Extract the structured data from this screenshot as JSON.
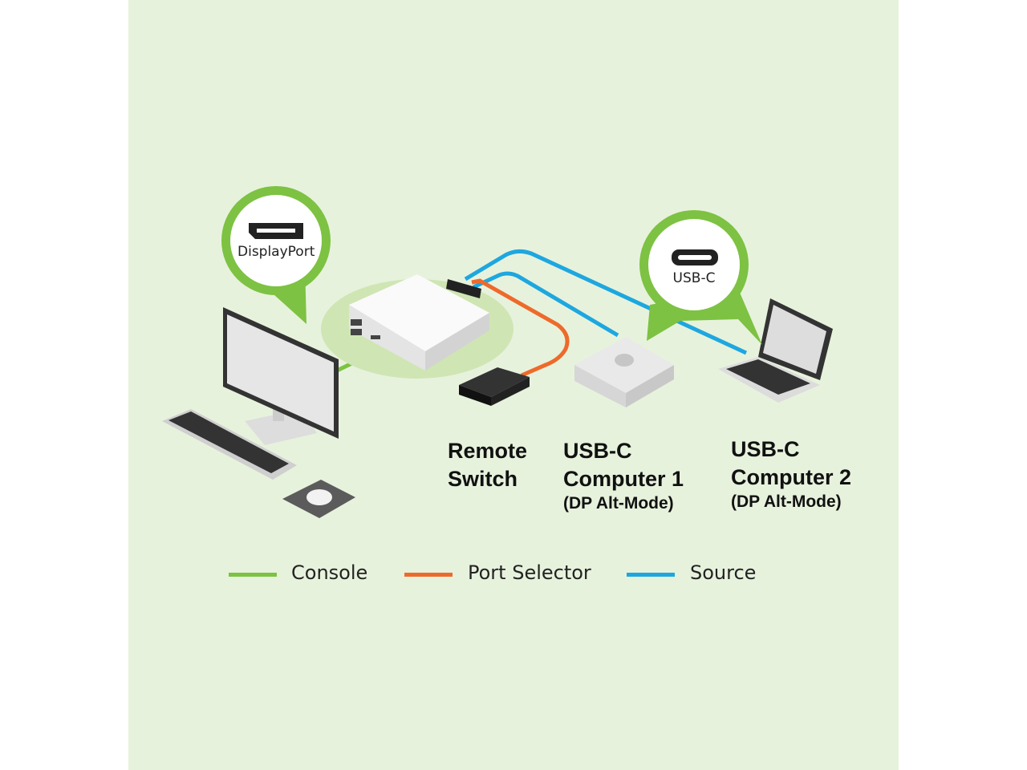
{
  "callouts": {
    "displayport": "DisplayPort",
    "usbc": "USB-C"
  },
  "labels": {
    "remote": [
      "Remote",
      "Switch"
    ],
    "computer1": [
      "USB-C",
      "Computer 1",
      "(DP Alt-Mode)"
    ],
    "computer2": [
      "USB-C",
      "Computer 2",
      "(DP Alt-Mode)"
    ]
  },
  "legend": [
    {
      "label": "Console",
      "color": "#7dc242"
    },
    {
      "label": "Port Selector",
      "color": "#ee6a2b"
    },
    {
      "label": "Source",
      "color": "#1ea7df"
    }
  ]
}
